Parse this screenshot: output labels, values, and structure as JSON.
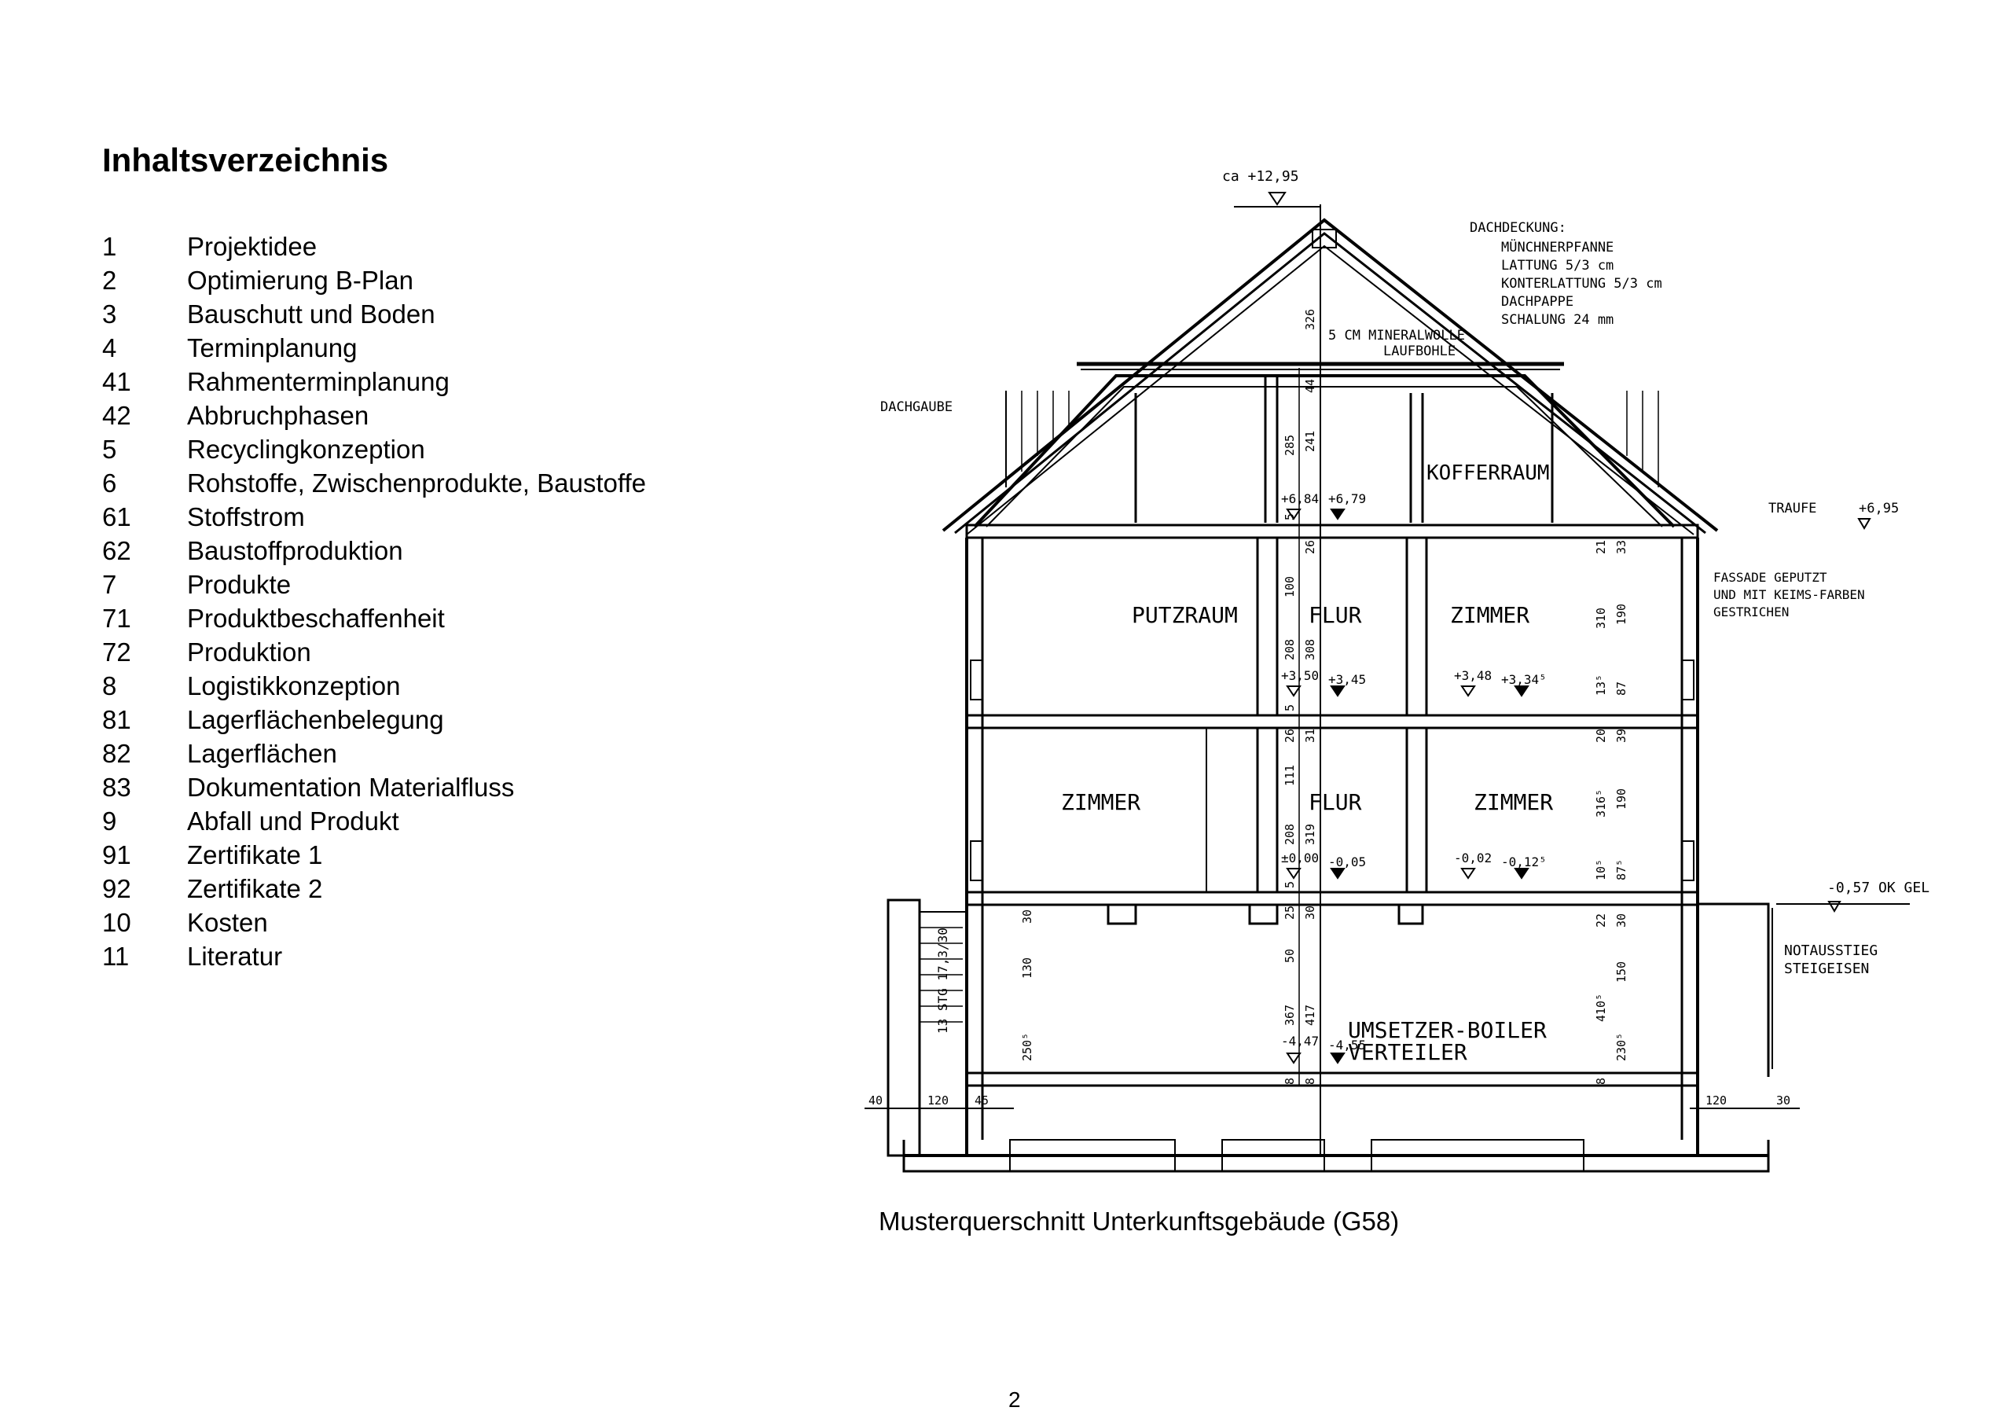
{
  "toc": {
    "title": "Inhaltsverzeichnis",
    "items": [
      {
        "num": "1",
        "label": "Projektidee"
      },
      {
        "num": "2",
        "label": "Optimierung B-Plan"
      },
      {
        "num": "3",
        "label": "Bauschutt und Boden"
      },
      {
        "num": "4",
        "label": "Terminplanung"
      },
      {
        "num": "41",
        "label": "Rahmenterminplanung"
      },
      {
        "num": "42",
        "label": "Abbruchphasen"
      },
      {
        "num": "5",
        "label": "Recyclingkonzeption"
      },
      {
        "num": "6",
        "label": "Rohstoffe, Zwischenprodukte, Baustoffe"
      },
      {
        "num": "61",
        "label": "Stoffstrom"
      },
      {
        "num": "62",
        "label": "Baustoffproduktion"
      },
      {
        "num": "7",
        "label": "Produkte"
      },
      {
        "num": "71",
        "label": "Produktbeschaffenheit"
      },
      {
        "num": "72",
        "label": "Produktion"
      },
      {
        "num": "8",
        "label": "Logistikkonzeption"
      },
      {
        "num": "81",
        "label": "Lagerflächenbelegung"
      },
      {
        "num": "82",
        "label": "Lagerflächen"
      },
      {
        "num": "83",
        "label": "Dokumentation Materialfluss"
      },
      {
        "num": "9",
        "label": "Abfall und Produkt"
      },
      {
        "num": "91",
        "label": "Zertifikate 1"
      },
      {
        "num": "92",
        "label": "Zertifikate 2"
      },
      {
        "num": "10",
        "label": "Kosten"
      },
      {
        "num": "11",
        "label": "Literatur"
      }
    ]
  },
  "drawing": {
    "ridge_level": "ca +12,95",
    "roofing_title": "DACHDECKUNG:",
    "roofing_lines": [
      "MÜNCHNERPFANNE",
      "LATTUNG 5/3 cm",
      "KONTERLATTUNG 5/3 cm",
      "DACHPAPPE",
      "SCHALUNG 24 mm"
    ],
    "insulation_1": "5 CM MINERALWOLLE",
    "insulation_2": "LAUFBOHLE",
    "dormer": "DACHGAUBE",
    "eaves_label": "TRAUFE",
    "eaves_level": "+6,95",
    "facade_lines": [
      "FASSADE GEPUTZT",
      "UND MIT  KEIMS-FARBEN",
      "GESTRICHEN"
    ],
    "ground_level": "-0,57 OK GEL",
    "emergency_lines": [
      "NOTAUSSTIEG",
      "STEIGEISEN"
    ],
    "stairs": "13 STG 17,3/30",
    "rooms": {
      "attic": "KOFFERRAUM",
      "cleaning": "PUTZRAUM",
      "hall_upper": "FLUR",
      "room_upper": "ZIMMER",
      "room_left": "ZIMMER",
      "hall_ground": "FLUR",
      "room_right": "ZIMMER",
      "basement_1": "UMSETZER-BOILER",
      "basement_2": "VERTEILER"
    },
    "levels": {
      "attic_a": "+6,84",
      "attic_b": "+6,79",
      "upper_a": "+3,50",
      "upper_b": "+3,45",
      "upper_c": "+3,48",
      "upper_d": "+3,34⁵",
      "ground_a": "±0,00",
      "ground_b": "-0,05",
      "ground_c": "-0,02",
      "ground_d": "-0,12⁵",
      "base_a": "-4,47",
      "base_b": "-4,55"
    },
    "dims": {
      "d326": "326",
      "d44": "44",
      "d285": "285",
      "d241": "241",
      "d5a": "5",
      "d26a": "26",
      "d100": "100",
      "d208a": "208",
      "d308": "308",
      "d5b": "5",
      "d26b": "26",
      "d111": "111",
      "d31": "31",
      "d208b": "208",
      "d319": "319",
      "d5c": "5",
      "d25": "25",
      "d50": "50",
      "d30a": "30",
      "d367": "367",
      "d417": "417",
      "d8a": "8",
      "d8b": "8",
      "r21a": "21",
      "r33": "33",
      "r310": "310",
      "r190a": "190",
      "r13": "13⁵",
      "r87a": "87",
      "r20": "20",
      "r39": "39",
      "r316": "316⁵",
      "r190b": "190",
      "r10": "10⁵",
      "r87b": "87⁵",
      "r22": "22",
      "r30": "30",
      "r410": "410⁵",
      "r150": "150",
      "r230": "230⁵",
      "r8": "8",
      "l30": "30",
      "l130": "130",
      "l250": "250⁵",
      "b40": "40",
      "b120a": "120",
      "b45": "45",
      "b120b": "120",
      "b30": "30"
    }
  },
  "caption": "Musterquerschnitt Unterkunftsgebäude (G58)",
  "page_number": "2"
}
